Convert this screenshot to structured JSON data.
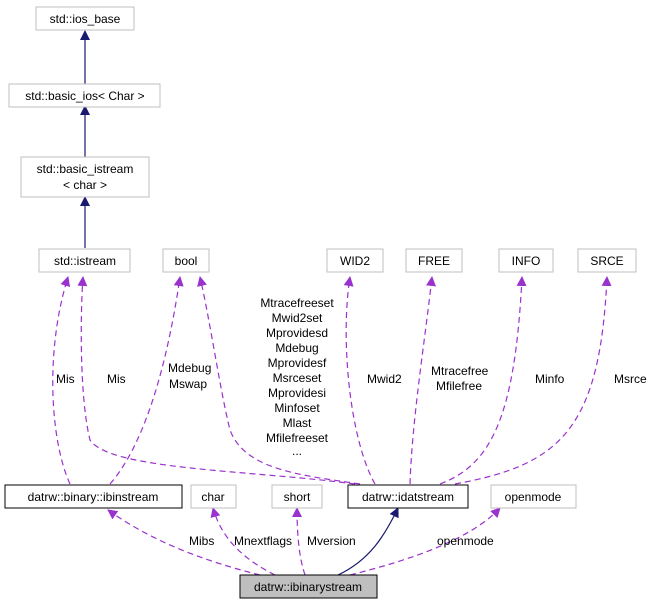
{
  "nodes": {
    "ios_base": "std::ios_base",
    "basic_ios": "std::basic_ios< Char >",
    "basic_istream_1": "std::basic_istream",
    "basic_istream_2": "< char >",
    "istream": "std::istream",
    "bool": "bool",
    "wid2": "WID2",
    "free": "FREE",
    "info": "INFO",
    "srce": "SRCE",
    "ibinstream": "datrw::binary::ibinstream",
    "char": "char",
    "short": "short",
    "idatstream": "datrw::idatstream",
    "openmode": "openmode",
    "ibinarystream": "datrw::ibinarystream"
  },
  "edge_labels": {
    "mis_left": "Mis",
    "mis_right": "Mis",
    "mdebug_mswap": [
      "Mdebug",
      "Mswap"
    ],
    "idat_bool": [
      "Mtracefreeset",
      "Mwid2set",
      "Mprovidesd",
      "Mdebug",
      "Mprovidesf",
      "Msrceset",
      "Mprovidesi",
      "Minfoset",
      "Mlast",
      "Mfilefreeset",
      "..."
    ],
    "mwid2": "Mwid2",
    "mtracefree_mfilefree": [
      "Mtracefree",
      "Mfilefree"
    ],
    "minfo": "Minfo",
    "msrce": "Msrce",
    "mibs": "Mibs",
    "mnextflags": "Mnextflags",
    "mversion": "Mversion",
    "openmode_label": "openmode"
  },
  "colors": {
    "inheritance": "#191970",
    "usage": "#9a32cd",
    "node_border_gray": "#bfbfbf",
    "focus_fill": "#bfbfbf"
  }
}
